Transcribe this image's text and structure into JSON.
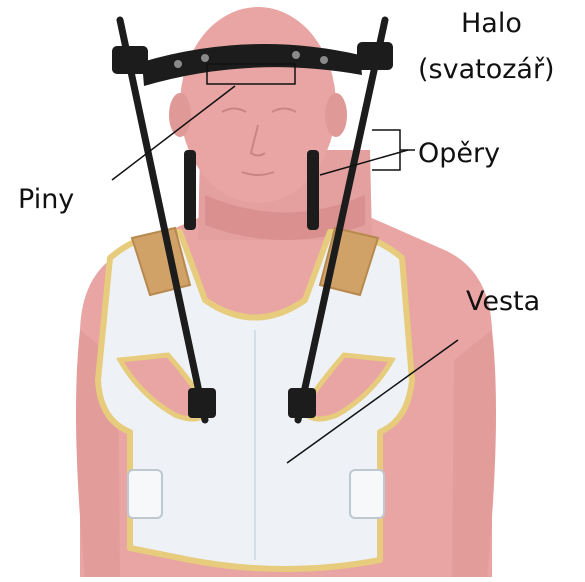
{
  "labels": {
    "halo_line1": "Halo",
    "halo_line2": "(svatozář)",
    "opery": "Opěry",
    "piny": "Piny",
    "vesta": "Vesta"
  },
  "colors": {
    "skin": "#e9a5a3",
    "skin_shadow": "#dc9391",
    "vest": "#eef2f6",
    "vest_trim": "#e6cc7c",
    "pad": "#d1a268",
    "frame": "#1c1c1c",
    "leader": "#111111"
  }
}
